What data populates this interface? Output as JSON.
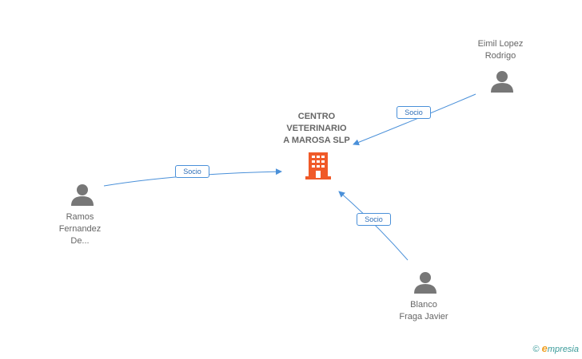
{
  "company": {
    "name": "CENTRO\nVETERINARIO\nA MAROSA SLP",
    "icon": "building-icon",
    "color": "#f05a28"
  },
  "persons": [
    {
      "id": "eimil",
      "name": "Eimil Lopez\nRodrigo",
      "icon": "person-icon"
    },
    {
      "id": "ramos",
      "name": "Ramos\nFernandez\nDe...",
      "icon": "person-icon"
    },
    {
      "id": "blanco",
      "name": "Blanco\nFraga Javier",
      "icon": "person-icon"
    }
  ],
  "edges": [
    {
      "from": "eimil",
      "to": "company",
      "label": "Socio"
    },
    {
      "from": "ramos",
      "to": "company",
      "label": "Socio"
    },
    {
      "from": "blanco",
      "to": "company",
      "label": "Socio"
    }
  ],
  "footer": {
    "copyright": "©",
    "brand_initial": "e",
    "brand_rest": "mpresia"
  },
  "colors": {
    "edge": "#4a90d9",
    "person": "#777777"
  }
}
